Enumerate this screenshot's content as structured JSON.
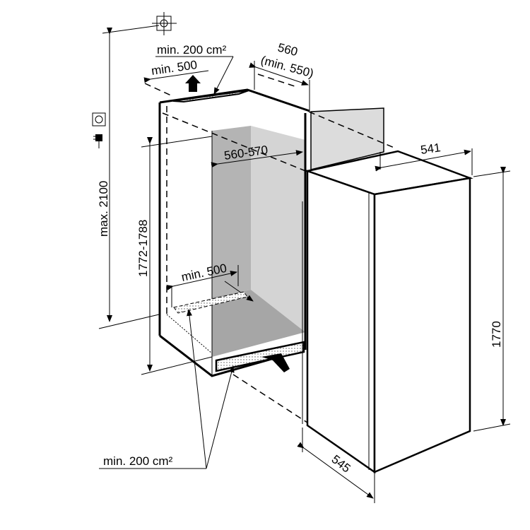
{
  "labels": {
    "top_vent_area": "min. 200 cm²",
    "top_min_depth": "min. 500",
    "niche_depth": "560",
    "niche_depth_min": "(min. 550)",
    "appliance_width": "541",
    "niche_width": "560-570",
    "socket_height": "max. 2100",
    "niche_height": "1772-1788",
    "bottom_min_depth": "min. 500",
    "appliance_height": "1770",
    "appliance_depth": "545",
    "bottom_vent_area": "min. 200 cm²"
  },
  "icons": [
    "center-mark-icon",
    "power-socket-icon",
    "power-plug-icon",
    "airflow-arrow-icon"
  ],
  "colors": {
    "line": "#000000",
    "niche_back": "#b4b4b4",
    "niche_side": "#d4d4d4",
    "door": "#dcdcdc"
  }
}
